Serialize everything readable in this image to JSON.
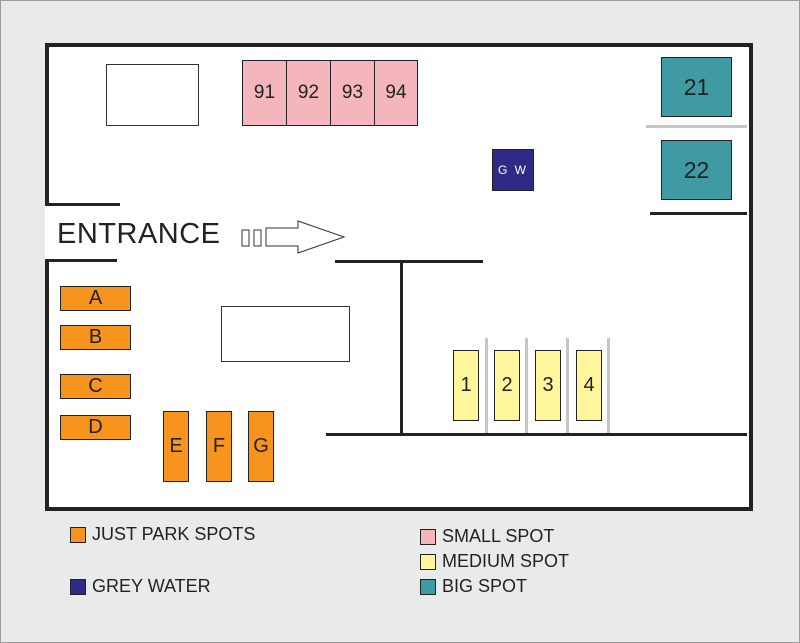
{
  "entrance": {
    "label": "ENTRANCE"
  },
  "spots": {
    "just_park": [
      "A",
      "B",
      "C",
      "D",
      "E",
      "F",
      "G"
    ],
    "small": [
      "91",
      "92",
      "93",
      "94"
    ],
    "medium": [
      "1",
      "2",
      "3",
      "4"
    ],
    "big": [
      "21",
      "22"
    ],
    "grey_water": "G W"
  },
  "legend": {
    "just_park": "JUST PARK SPOTS",
    "grey_water": "GREY WATER",
    "small": "SMALL SPOT",
    "medium": "MEDIUM SPOT",
    "big": "BIG SPOT"
  },
  "colors": {
    "just_park": "#f7941d",
    "small": "#f4b6bc",
    "medium": "#fff59b",
    "big": "#3f9aa3",
    "grey_water": "#2e2a86"
  }
}
